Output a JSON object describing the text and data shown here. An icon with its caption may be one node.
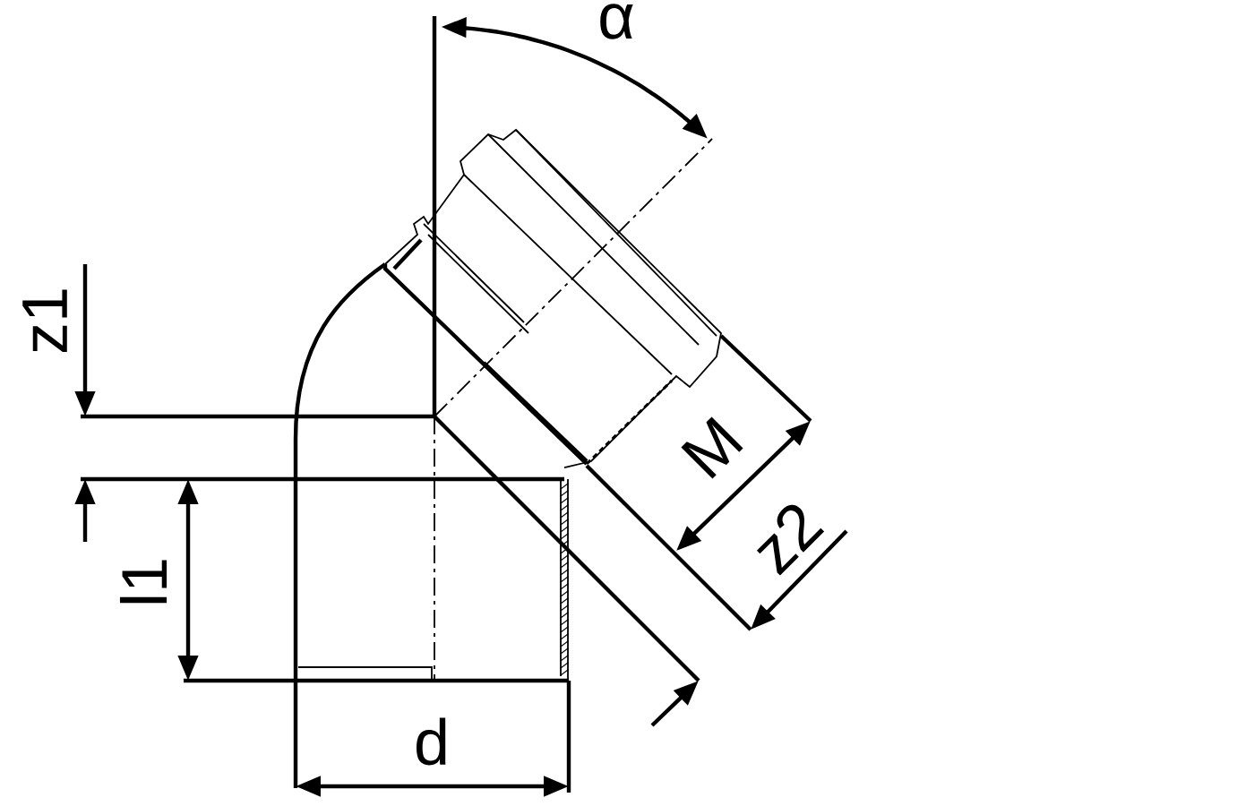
{
  "diagram": {
    "labels": [
      "α",
      "z1",
      "M",
      "z2",
      "l1",
      "d"
    ]
  }
}
